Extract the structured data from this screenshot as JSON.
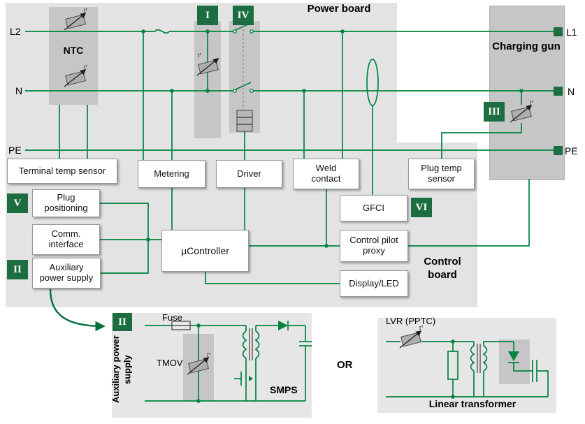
{
  "titles": {
    "power_board": "Power board",
    "control_board": "Control board",
    "charging_gun": "Charging gun",
    "ntc": "NTC",
    "or": "OR",
    "smps": "SMPS",
    "linear": "Linear transformer",
    "aux_vertical": "Auxiliary power supply"
  },
  "rails": {
    "l2": "L2",
    "n_left": "N",
    "pe_left": "PE",
    "l1": "L1",
    "n_right": "N",
    "pe_right": "PE"
  },
  "badges": {
    "i": "I",
    "ii": "II",
    "iii": "III",
    "iv": "IV",
    "v": "V",
    "vi": "VI",
    "ii_bottom": "II"
  },
  "boxes": {
    "terminal_temp": "Terminal temp sensor",
    "metering": "Metering",
    "driver": "Driver",
    "weld": "Weld contact",
    "plug_temp": "Plug temp sensor",
    "plug_positioning": "Plug positioning",
    "comm": "Comm. interface",
    "aux_ps": "Auxiliary power supply",
    "ucontroller": "µController",
    "gfci": "GFCI",
    "cpp": "Control pilot proxy",
    "display": "Display/LED"
  },
  "labels": {
    "fuse": "Fuse",
    "tmov": "TMOV",
    "lvr": "LVR (PPTC)",
    "t_mark": "t°"
  },
  "colors": {
    "wire": "#00833e",
    "badge": "#1c6e41",
    "region": "#e3e3e3",
    "block": "#c6c6c6",
    "terminal": "#1c6e41"
  }
}
